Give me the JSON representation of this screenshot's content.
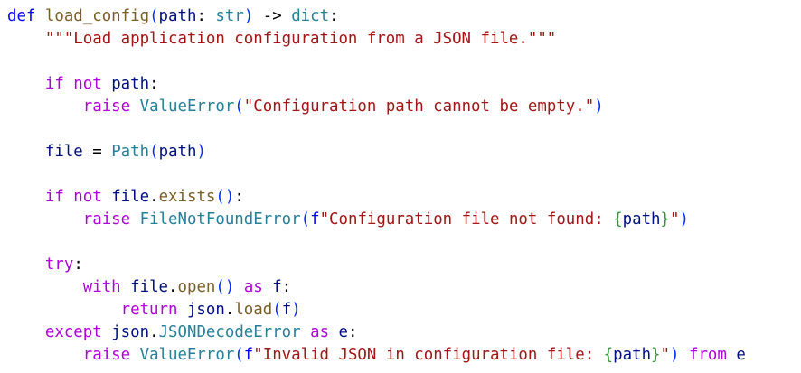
{
  "code": {
    "lines": [
      [
        {
          "t": "def ",
          "c": "kw"
        },
        {
          "t": "load_config",
          "c": "fn"
        },
        {
          "t": "(",
          "c": "br1"
        },
        {
          "t": "path",
          "c": "pr"
        },
        {
          "t": ": ",
          "c": "pl"
        },
        {
          "t": "str",
          "c": "ty"
        },
        {
          "t": ")",
          "c": "br1"
        },
        {
          "t": " -> ",
          "c": "pl"
        },
        {
          "t": "dict",
          "c": "ty"
        },
        {
          "t": ":",
          "c": "pl"
        }
      ],
      [
        {
          "t": "    \"\"\"Load application configuration from a JSON file.\"\"\"",
          "c": "st"
        }
      ],
      [],
      [
        {
          "t": "    ",
          "c": "pl"
        },
        {
          "t": "if not ",
          "c": "kw2"
        },
        {
          "t": "path",
          "c": "pr"
        },
        {
          "t": ":",
          "c": "pl"
        }
      ],
      [
        {
          "t": "        ",
          "c": "pl"
        },
        {
          "t": "raise ",
          "c": "kw2"
        },
        {
          "t": "ValueError",
          "c": "ty"
        },
        {
          "t": "(",
          "c": "br1"
        },
        {
          "t": "\"Configuration path cannot be empty.\"",
          "c": "st"
        },
        {
          "t": ")",
          "c": "br1"
        }
      ],
      [],
      [
        {
          "t": "    ",
          "c": "pl"
        },
        {
          "t": "file",
          "c": "pr"
        },
        {
          "t": " = ",
          "c": "pl"
        },
        {
          "t": "Path",
          "c": "ty"
        },
        {
          "t": "(",
          "c": "br1"
        },
        {
          "t": "path",
          "c": "pr"
        },
        {
          "t": ")",
          "c": "br1"
        }
      ],
      [],
      [
        {
          "t": "    ",
          "c": "pl"
        },
        {
          "t": "if not ",
          "c": "kw2"
        },
        {
          "t": "file",
          "c": "pr"
        },
        {
          "t": ".",
          "c": "pl"
        },
        {
          "t": "exists",
          "c": "fn"
        },
        {
          "t": "()",
          "c": "br1"
        },
        {
          "t": ":",
          "c": "pl"
        }
      ],
      [
        {
          "t": "        ",
          "c": "pl"
        },
        {
          "t": "raise ",
          "c": "kw2"
        },
        {
          "t": "FileNotFoundError",
          "c": "ty"
        },
        {
          "t": "(",
          "c": "br1"
        },
        {
          "t": "f",
          "c": "kw"
        },
        {
          "t": "\"Configuration file not found: ",
          "c": "st"
        },
        {
          "t": "{",
          "c": "br2"
        },
        {
          "t": "path",
          "c": "pr"
        },
        {
          "t": "}",
          "c": "br2"
        },
        {
          "t": "\"",
          "c": "st"
        },
        {
          "t": ")",
          "c": "br1"
        }
      ],
      [],
      [
        {
          "t": "    ",
          "c": "pl"
        },
        {
          "t": "try",
          "c": "kw2"
        },
        {
          "t": ":",
          "c": "pl"
        }
      ],
      [
        {
          "t": "        ",
          "c": "pl"
        },
        {
          "t": "with ",
          "c": "kw2"
        },
        {
          "t": "file",
          "c": "pr"
        },
        {
          "t": ".",
          "c": "pl"
        },
        {
          "t": "open",
          "c": "fn"
        },
        {
          "t": "()",
          "c": "br1"
        },
        {
          "t": " ",
          "c": "pl"
        },
        {
          "t": "as ",
          "c": "kw2"
        },
        {
          "t": "f",
          "c": "pr"
        },
        {
          "t": ":",
          "c": "pl"
        }
      ],
      [
        {
          "t": "            ",
          "c": "pl"
        },
        {
          "t": "return ",
          "c": "kw2"
        },
        {
          "t": "json",
          "c": "pr"
        },
        {
          "t": ".",
          "c": "pl"
        },
        {
          "t": "load",
          "c": "fn"
        },
        {
          "t": "(",
          "c": "br1"
        },
        {
          "t": "f",
          "c": "pr"
        },
        {
          "t": ")",
          "c": "br1"
        }
      ],
      [
        {
          "t": "    ",
          "c": "pl"
        },
        {
          "t": "except ",
          "c": "kw2"
        },
        {
          "t": "json",
          "c": "pr"
        },
        {
          "t": ".",
          "c": "pl"
        },
        {
          "t": "JSONDecodeError",
          "c": "ty"
        },
        {
          "t": " ",
          "c": "pl"
        },
        {
          "t": "as ",
          "c": "kw2"
        },
        {
          "t": "e",
          "c": "pr"
        },
        {
          "t": ":",
          "c": "pl"
        }
      ],
      [
        {
          "t": "        ",
          "c": "pl"
        },
        {
          "t": "raise ",
          "c": "kw2"
        },
        {
          "t": "ValueError",
          "c": "ty"
        },
        {
          "t": "(",
          "c": "br1"
        },
        {
          "t": "f",
          "c": "kw"
        },
        {
          "t": "\"Invalid JSON in configuration file: ",
          "c": "st"
        },
        {
          "t": "{",
          "c": "br2"
        },
        {
          "t": "path",
          "c": "pr"
        },
        {
          "t": "}",
          "c": "br2"
        },
        {
          "t": "\"",
          "c": "st"
        },
        {
          "t": ")",
          "c": "br1"
        },
        {
          "t": " ",
          "c": "pl"
        },
        {
          "t": "from ",
          "c": "kw2"
        },
        {
          "t": "e",
          "c": "pr"
        }
      ]
    ]
  }
}
